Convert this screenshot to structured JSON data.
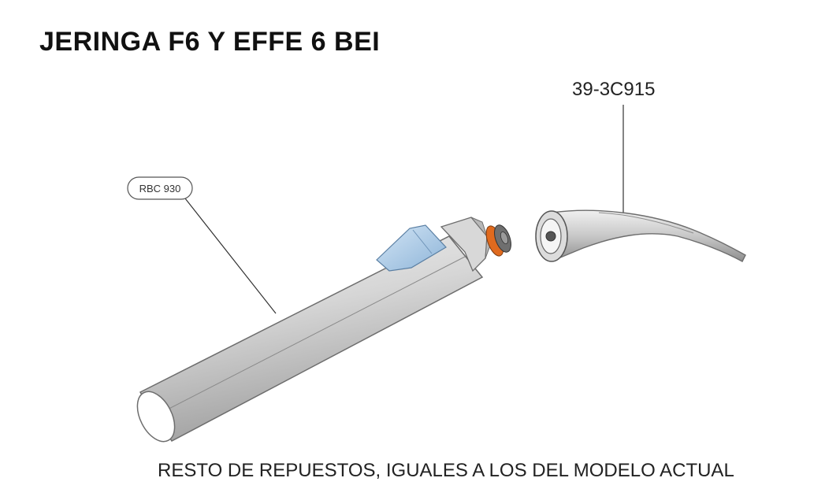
{
  "title": "JERINGA F6 Y EFFE 6 BEI",
  "callouts": {
    "tip_part_number": "39-3C915",
    "handle_part_number": "RBC 930"
  },
  "footer_note": "RESTO DE REPUESTOS, IGUALES A LOS DEL MODELO ACTUAL",
  "colors": {
    "body_gray": "#c9c9c9",
    "window_blue": "#a9c8e6",
    "o_ring_orange": "#e06a1e"
  }
}
